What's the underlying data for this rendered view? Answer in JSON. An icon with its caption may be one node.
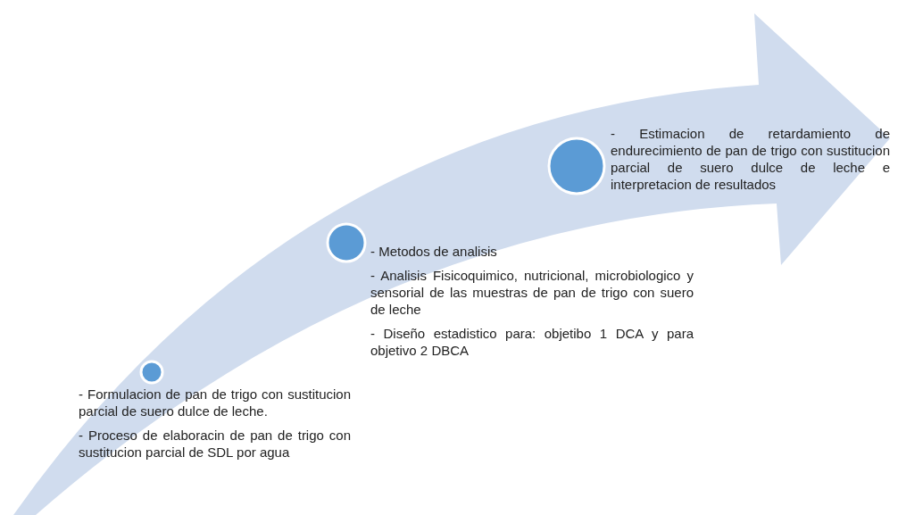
{
  "diagram": {
    "nodes": [
      {
        "text": [],
        "shape": "circle",
        "beside": [
          "- Formulacion de pan de trigo con sustitucion parcial de suero dulce de leche.",
          "- Proceso de elaboracin de pan de trigo con sustitucion parcial de SDL por agua"
        ]
      },
      {
        "text": [],
        "shape": "circle",
        "beside": [
          "- Metodos de analisis",
          "- Analisis Fisicoquimico, nutricional, microbiologico y sensorial de las muestras de pan de trigo con suero de leche",
          "- Diseño estadistico para: objetibo 1 DCA y para objetivo 2 DBCA"
        ]
      },
      {
        "text": [],
        "shape": "circle",
        "beside": [
          "- Estimacion de retardamiento de endurecimiento de pan de trigo con sustitucion parcial de suero dulce de leche e interpretacion de resultados"
        ]
      }
    ]
  }
}
